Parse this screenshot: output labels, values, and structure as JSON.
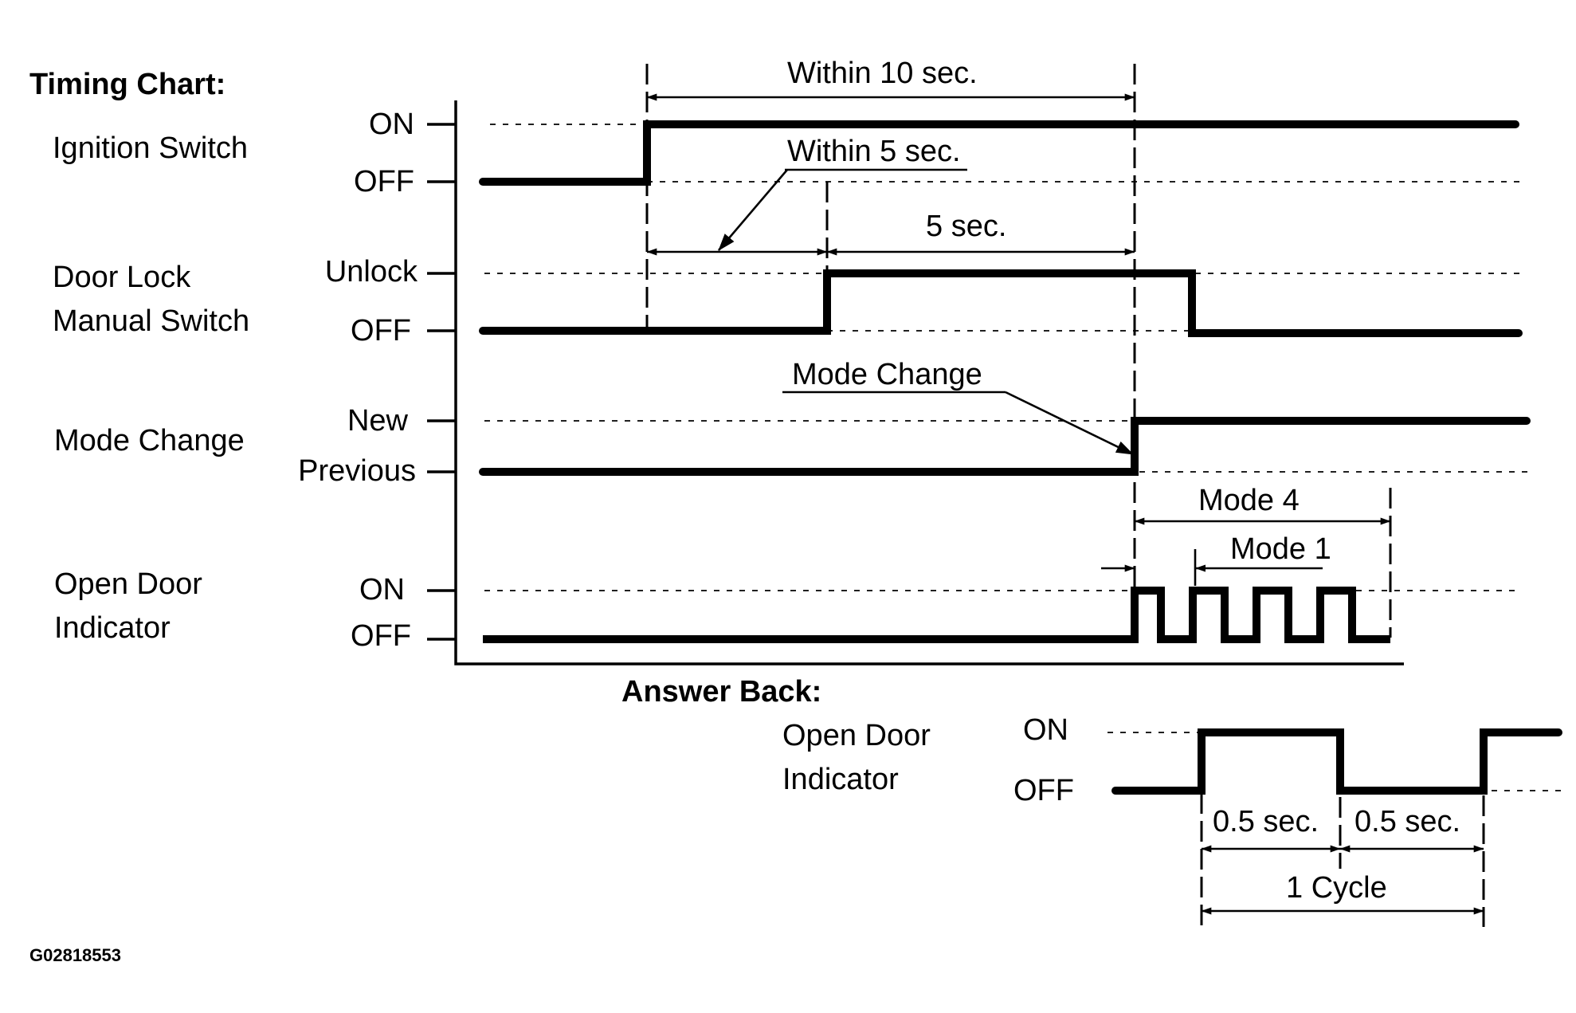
{
  "header": {
    "title": "Timing Chart:",
    "answer_back": "Answer Back:",
    "figure_id": "G02818553"
  },
  "signals": {
    "ignition": {
      "name": "Ignition Switch",
      "high": "ON",
      "low": "OFF"
    },
    "door_lock": {
      "name_line1": "Door Lock",
      "name_line2": "Manual Switch",
      "high": "Unlock",
      "low": "OFF"
    },
    "mode_change": {
      "name": "Mode Change",
      "high": "New",
      "low": "Previous"
    },
    "open_door": {
      "name_line1": "Open Door",
      "name_line2": "Indicator",
      "high": "ON",
      "low": "OFF"
    }
  },
  "answer_back_signal": {
    "name_line1": "Open Door",
    "name_line2": "Indicator",
    "high": "ON",
    "low": "OFF"
  },
  "annotations": {
    "within_10": "Within 10 sec.",
    "within_5": "Within 5 sec.",
    "five_sec": "5 sec.",
    "mode_change_callout": "Mode Change",
    "mode_4": "Mode 4",
    "mode_1": "Mode 1",
    "half_sec_1": "0.5 sec.",
    "half_sec_2": "0.5 sec.",
    "one_cycle": "1 Cycle"
  }
}
